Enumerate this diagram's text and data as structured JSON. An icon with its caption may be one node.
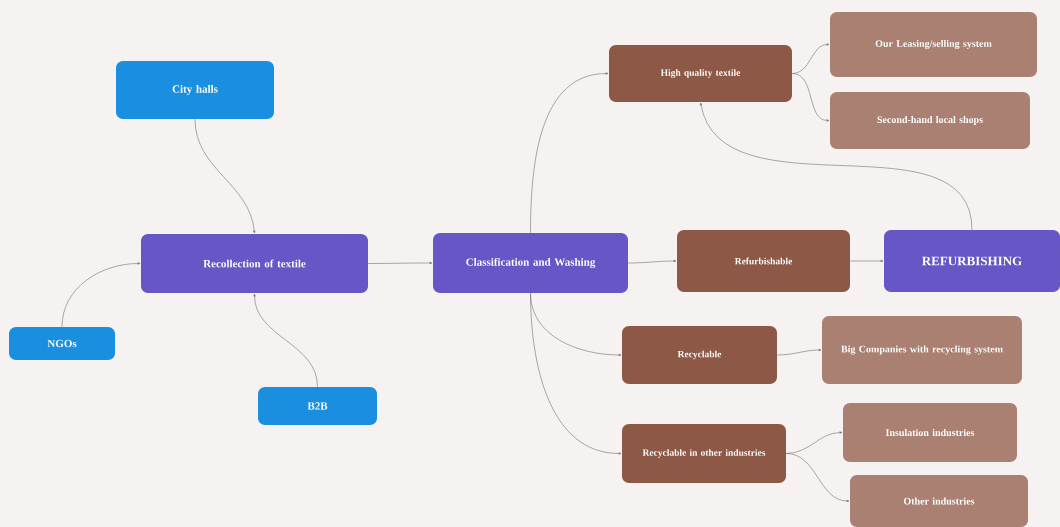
{
  "diagram": {
    "nodes": [
      {
        "text": [
          "City halls"
        ]
      },
      {
        "text": [
          "Recollection of textile"
        ]
      },
      {
        "text": [
          "NGOs"
        ]
      },
      {
        "text": [
          "B2B"
        ]
      },
      {
        "text": [
          "Classification and Washing"
        ]
      },
      {
        "text": [
          "High quality textile"
        ]
      },
      {
        "text": [
          "Our Leasing/selling system"
        ]
      },
      {
        "text": [
          "Second-hand local shops"
        ]
      },
      {
        "text": [
          "Refurbishable"
        ]
      },
      {
        "text": [
          "REFURBISHING"
        ]
      },
      {
        "text": [
          "Recyclable"
        ]
      },
      {
        "text": [
          "Big Companies with recycling system"
        ]
      },
      {
        "text": [
          "Recyclable in other industries"
        ]
      },
      {
        "text": [
          "Insulation industries"
        ]
      },
      {
        "text": [
          "Other industries"
        ]
      }
    ],
    "edges": [
      {
        "from": 0,
        "to": 1,
        "arrow": "to"
      },
      {
        "from": 2,
        "to": 1,
        "arrow": "to"
      },
      {
        "from": 3,
        "to": 1,
        "arrow": "to"
      },
      {
        "from": 1,
        "to": 4,
        "arrow": "to"
      },
      {
        "from": 4,
        "to": 5,
        "arrow": "to"
      },
      {
        "from": 4,
        "to": 8,
        "arrow": "to"
      },
      {
        "from": 8,
        "to": 9,
        "arrow": "to"
      },
      {
        "from": 9,
        "to": 5,
        "arrow": "to"
      },
      {
        "from": 4,
        "to": 10,
        "arrow": "to"
      },
      {
        "from": 4,
        "to": 12,
        "arrow": "to"
      },
      {
        "from": 5,
        "to": 6,
        "arrow": "to"
      },
      {
        "from": 5,
        "to": 7,
        "arrow": "to"
      },
      {
        "from": 10,
        "to": 11,
        "arrow": "to"
      },
      {
        "from": 12,
        "to": 13,
        "arrow": "to"
      },
      {
        "from": 12,
        "to": 14,
        "arrow": "to"
      }
    ]
  }
}
